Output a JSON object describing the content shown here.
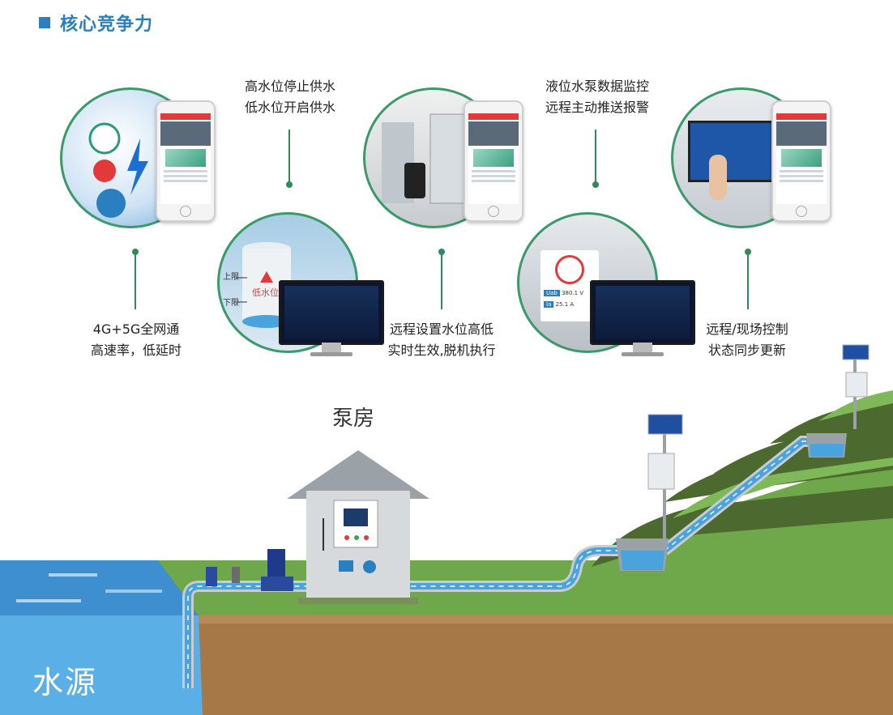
{
  "header": {
    "title": "核心竞争力"
  },
  "features": [
    {
      "line1": "4G+5G全网通",
      "line2": "高速率，低延时"
    },
    {
      "line1": "高水位停止供水",
      "line2": "低水位开启供水"
    },
    {
      "line1": "远程设置水位高低",
      "line2": "实时生效,脱机执行"
    },
    {
      "line1": "液位水泵数据监控",
      "line2": "远程主动推送报警"
    },
    {
      "line1": "远程/现场控制",
      "line2": "状态同步更新"
    }
  ],
  "tank_panel": {
    "upper": "上限",
    "lower": "下限",
    "alert": "低水位"
  },
  "pump_panel": {
    "row1_tag": "Uab",
    "row1_value": "380.1 V",
    "row2_tag": "Ia",
    "row2_value": "25.1 A"
  },
  "scene": {
    "pump_house": "泵房",
    "water_source": "水源"
  },
  "colors": {
    "accent": "#2a7fc0",
    "connector": "#2e8a5a",
    "water": "#4aa3dd",
    "grass": "#6fa84a",
    "soil": "#a67848"
  }
}
